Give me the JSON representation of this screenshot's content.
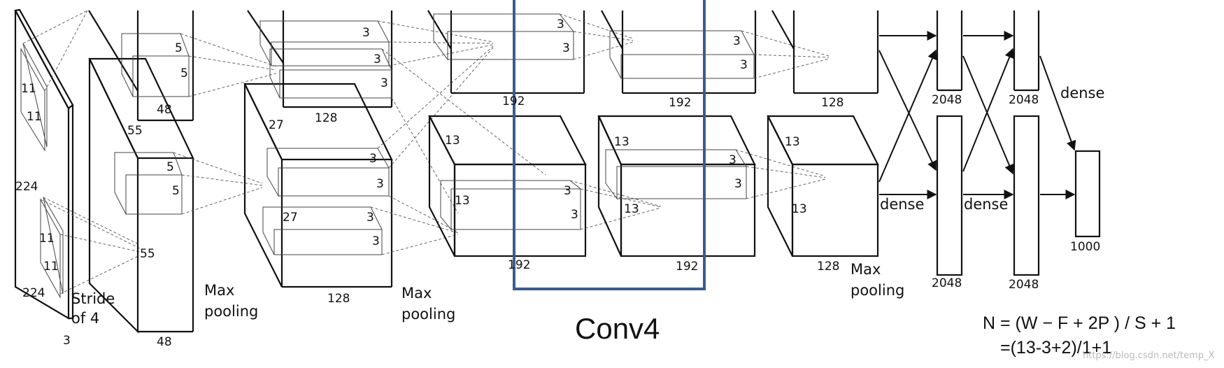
{
  "labels": {
    "input_224_side": "224",
    "input_224_bottom": "224",
    "input_3": "3",
    "input_k11_a": "11",
    "input_k11_b": "11",
    "input_k11_c": "11",
    "input_k11_d": "11",
    "stride_1": "Stride",
    "stride_2": "of 4",
    "c1_55_a": "55",
    "c1_55_b": "55",
    "c1_48_top": "48",
    "c1_48_bottom": "48",
    "c1_k5_a": "5",
    "c1_k5_b": "5",
    "c1_k5_c": "5",
    "c1_k5_d": "5",
    "mp1_1": "Max",
    "mp1_2": "pooling",
    "c2_27_a": "27",
    "c2_27_b": "27",
    "c2_128_top": "128",
    "c2_128_bottom": "128",
    "c2_k3_a": "3",
    "c2_k3_b": "3",
    "c2_k3_c": "3",
    "c2_k3_d": "3",
    "c2_k3_e": "3",
    "c2_k3_f": "3",
    "c2_k3_g": "3",
    "mp2_1": "Max",
    "mp2_2": "pooling",
    "c3_13_a": "13",
    "c3_13_b": "13",
    "c3_192_top": "192",
    "c3_192_bottom": "192",
    "c3_k3_a": "3",
    "c3_k3_b": "3",
    "c3_k3_c": "3",
    "c3_k3_d": "3",
    "c4_13_a": "13",
    "c4_13_b": "13",
    "c4_192_top": "192",
    "c4_192_bottom": "192",
    "c4_k3_a": "3",
    "c4_k3_b": "3",
    "c4_k3_c": "3",
    "c4_k3_d": "3",
    "c5_13_a": "13",
    "c5_13_b": "13",
    "c5_128_top": "128",
    "c5_128_bottom": "128",
    "mp3_1": "Max",
    "mp3_2": "pooling",
    "fc1_top": "2048",
    "fc1_bottom": "2048",
    "fc2_top": "2048",
    "fc2_bottom": "2048",
    "dense_1": "dense",
    "dense_2": "dense",
    "dense_3": "dense",
    "out_1000": "1000",
    "conv4_title": "Conv4",
    "formula_line1": "N = (W − F + 2P ) / S + 1",
    "formula_line2": "=(13-3+2)/1+1",
    "watermark": "https://blog.csdn.net/temp_X"
  },
  "colors": {
    "highlight": "#3a5d8c",
    "line": "#111111"
  }
}
